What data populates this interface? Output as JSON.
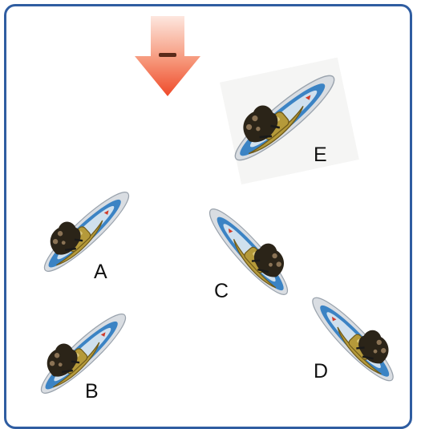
{
  "colors": {
    "frame": "#2f5da1",
    "arrow_top": "#fde7df",
    "arrow_bottom": "#ef4a2a",
    "deck_blue": "#3b83c4",
    "deck_light": "#cfe0ee",
    "binding_gold": "#b59a3a",
    "boot_dark": "#2b2418"
  },
  "arrow": {
    "icon": "down-arrow-icon",
    "tag": ""
  },
  "labels": {
    "A": "A",
    "B": "B",
    "C": "C",
    "D": "D",
    "E": "E"
  }
}
